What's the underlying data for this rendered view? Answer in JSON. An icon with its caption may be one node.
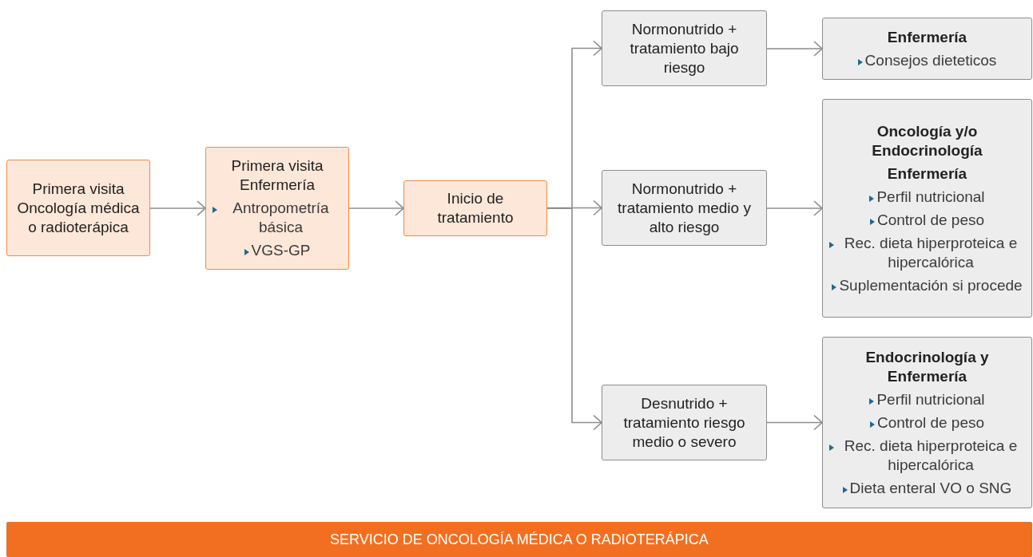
{
  "diagram": {
    "nodes": [
      {
        "text": [
          "Primera visita Oncología médica o radioterápica"
        ]
      },
      {
        "text": [
          "Primera visita Enfermería",
          "Antropometría básica",
          "VGS-GP"
        ]
      },
      {
        "text": [
          "Inicio de tratamiento"
        ]
      },
      {
        "text": [
          "Normonutrido + tratamiento bajo riesgo"
        ]
      },
      {
        "text": [
          "Normonutrido + tratamiento medio y alto riesgo"
        ]
      },
      {
        "text": [
          "Desnutrido + tratamiento riesgo medio o severo"
        ]
      },
      {
        "text": [
          "Enfermería",
          "Consejos dieteticos"
        ]
      },
      {
        "text": [
          "Oncología y/o Endocrinología",
          "Enfermería",
          "Perfil nutricional",
          "Control de peso",
          "Rec. dieta hiperproteica e hipercalórica",
          "Suplementación si procede"
        ]
      },
      {
        "text": [
          "Endocrinología y Enfermería",
          "Perfil nutricional",
          "Control de peso",
          "Rec. dieta hiperproteica e hipercalórica",
          "Dieta enteral VO o SNG"
        ]
      },
      {
        "text": [
          "SERVICIO DE ONCOLOGÍA MÉDICA O RADIOTERÁPICA"
        ]
      }
    ],
    "edges": [
      {
        "from": 0,
        "to": 1,
        "arrow": "to"
      },
      {
        "from": 1,
        "to": 2,
        "arrow": "to"
      },
      {
        "from": 2,
        "to": 3,
        "arrow": "to"
      },
      {
        "from": 2,
        "to": 4,
        "arrow": "to"
      },
      {
        "from": 2,
        "to": 5,
        "arrow": "to"
      },
      {
        "from": 3,
        "to": 6,
        "arrow": "to"
      },
      {
        "from": 4,
        "to": 7,
        "arrow": "to"
      },
      {
        "from": 5,
        "to": 8,
        "arrow": "to"
      }
    ]
  }
}
